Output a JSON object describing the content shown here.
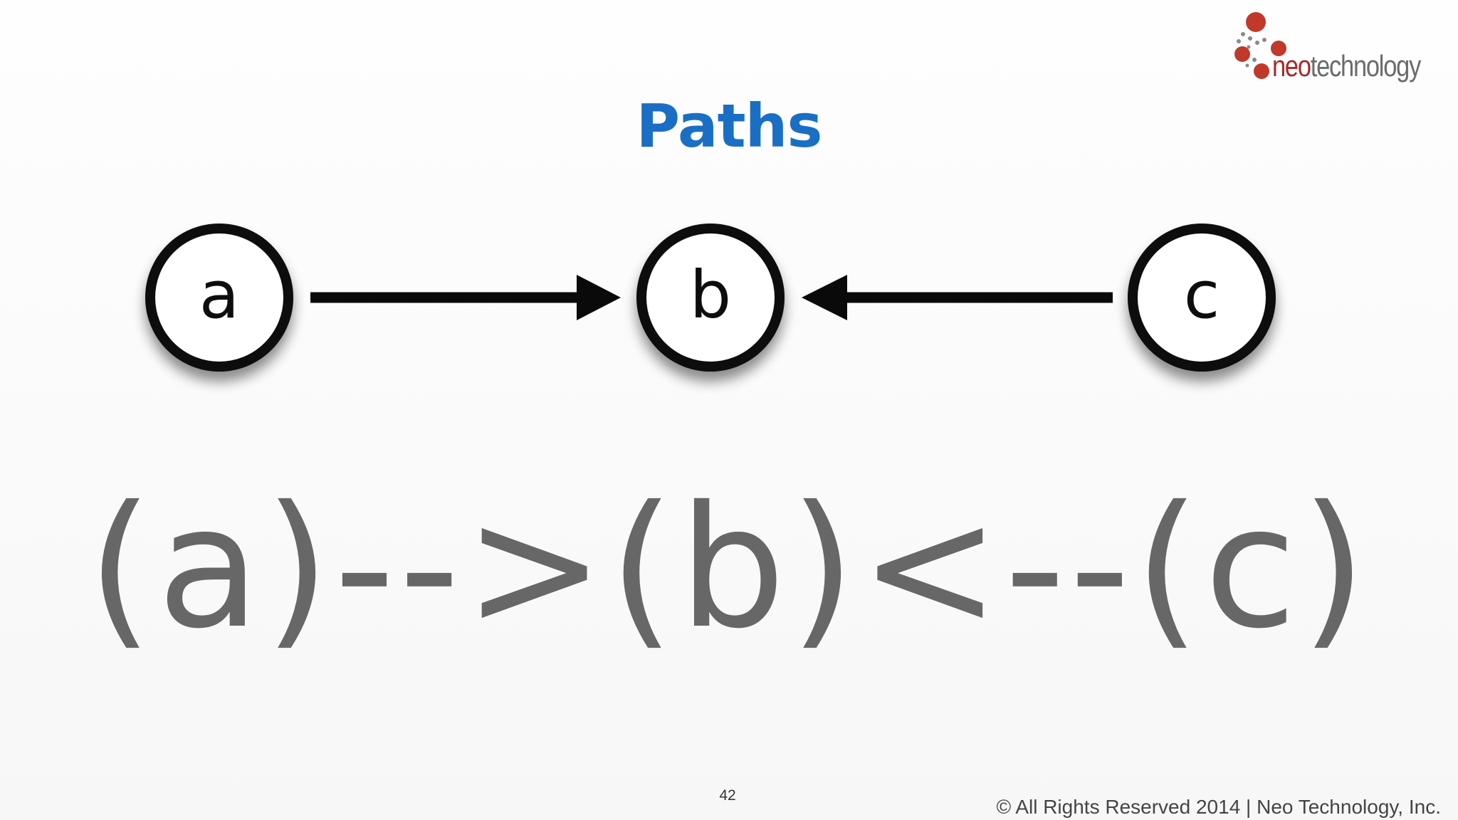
{
  "logo": {
    "word_neo": "neo",
    "word_technology": "technology",
    "icon": "neo-dots-logo-icon",
    "colors": {
      "dots": "#c0392b",
      "small_dots": "#8a8a8a"
    }
  },
  "title": "Paths",
  "diagram": {
    "nodes": [
      {
        "id": "a",
        "label": "a"
      },
      {
        "id": "b",
        "label": "b"
      },
      {
        "id": "c",
        "label": "c"
      }
    ],
    "edges": [
      {
        "from": "a",
        "to": "b"
      },
      {
        "from": "c",
        "to": "b"
      }
    ]
  },
  "expression": "(a)-->(b)<--(c)",
  "footer": {
    "page_number": "42",
    "copyright": "© All Rights Reserved 2014 | Neo Technology, Inc."
  },
  "colors": {
    "title": "#1a6fc4",
    "expression": "#676767",
    "node_stroke": "#111111"
  }
}
